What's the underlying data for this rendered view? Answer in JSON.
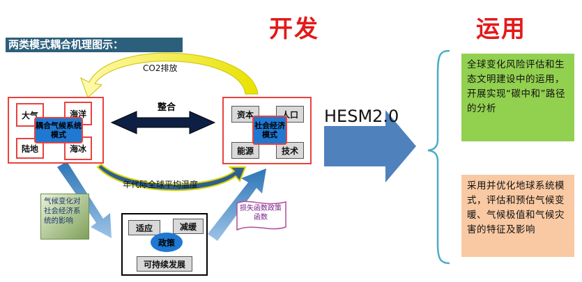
{
  "title": "两类模式耦合机理图示：",
  "headings": {
    "develop": "开发",
    "apply": "运用"
  },
  "hesm": "HESM2.0",
  "left_box": {
    "cells": [
      "大气",
      "海洋",
      "陆地",
      "海冰"
    ],
    "core": "耦合气候系统模式"
  },
  "right_box": {
    "cells": [
      "资本",
      "人口",
      "能源",
      "技术"
    ],
    "core": "社会经济模式"
  },
  "integration": "整合",
  "co2": "CO2排放",
  "temp": "年代际全球平均温度",
  "impact_note": "气候变化对社会经济系统的影响",
  "policy_box": {
    "cells": [
      "适应",
      "减缓"
    ],
    "core": "政策",
    "bottom": "可持续发展"
  },
  "damage_note": "损失函数政策函数",
  "notes": [
    "全球变化风险评估和生态文明建设中的运用，开展实现“碳中和”路径的分析",
    "采用并优化地球系统模式，评估和预估气候变暖、气候极值和气候灾害的特征及影响"
  ],
  "colors": {
    "red": "#e8423d",
    "blue": "#1f78d1",
    "green": "#92d050",
    "orange": "#f9c9a3",
    "arrow": "#4f81bd"
  }
}
